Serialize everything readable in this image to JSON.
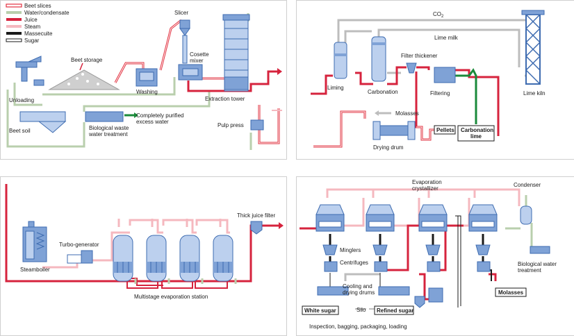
{
  "legend": {
    "items": [
      {
        "label": "Beet slices",
        "style": "beet",
        "color": "#e2303f"
      },
      {
        "label": "Water/condensate",
        "style": "water",
        "color": "#b9cfad"
      },
      {
        "label": "Juice",
        "style": "juice",
        "color": "#d6233d"
      },
      {
        "label": "Steam",
        "style": "steam",
        "color": "#f5b8bf"
      },
      {
        "label": "Massecuite",
        "style": "massecuite",
        "color": "#1a1a1a"
      },
      {
        "label": "Sugar",
        "style": "sugar",
        "color": "#1a1a1a"
      }
    ]
  },
  "colors": {
    "juice": "#d6233d",
    "steam": "#f5b8bf",
    "water": "#b9cfad",
    "greenflow": "#1a8a3a",
    "equipment": "#7fa2d6",
    "equipment_dark": "#3d6bb0",
    "grey": "#bdbdbd"
  },
  "panel1": {
    "beet_storage": "Beet storage",
    "slicer": "Slicer",
    "cosette_mixer_1": "Cosette",
    "cosette_mixer_2": "mixer",
    "washing": "Washing",
    "extraction_tower": "Extraction tower",
    "unloading": "Unloading",
    "beet_soil": "Beet soil",
    "purified_1": "Completely purified",
    "purified_2": "excess water",
    "bio_1": "Biological waste",
    "bio_2": "water treatment",
    "pulp_press": "Pulp press"
  },
  "panel2": {
    "co2": "CO",
    "co2_sub": "2",
    "lime_milk": "Lime milk",
    "filter_thickener": "Filter thickener",
    "liming": "Liming",
    "carbonation": "Carbonation",
    "filtering": "Filtering",
    "lime_kiln": "Lime kiln",
    "molasses": "Molasses",
    "drying_drum": "Drying drum",
    "pellets": "Pellets",
    "carbonation_lime_1": "Carbonation",
    "carbonation_lime_2": "lime"
  },
  "panel3": {
    "thick_juice_filter": "Thick juice filter",
    "turbo_generator": "Turbo-generator",
    "steamboiler": "Steamboiler",
    "multistage": "Multistage evaporation station"
  },
  "panel4": {
    "condenser": "Condenser",
    "evap_1": "Evaporation",
    "evap_2": "crystallizer",
    "minglers": "Minglers",
    "centrifuges": "Centrifuges",
    "bio_1": "Biological water",
    "bio_2": "treatment",
    "cooling_1": "Cooling and",
    "cooling_2": "drying drums",
    "molasses": "Molasses",
    "white_sugar": "White sugar",
    "silo": "Silo",
    "refined_sugar": "Refined sugar",
    "inspection": "Inspection, bagging, packaging, loading"
  }
}
